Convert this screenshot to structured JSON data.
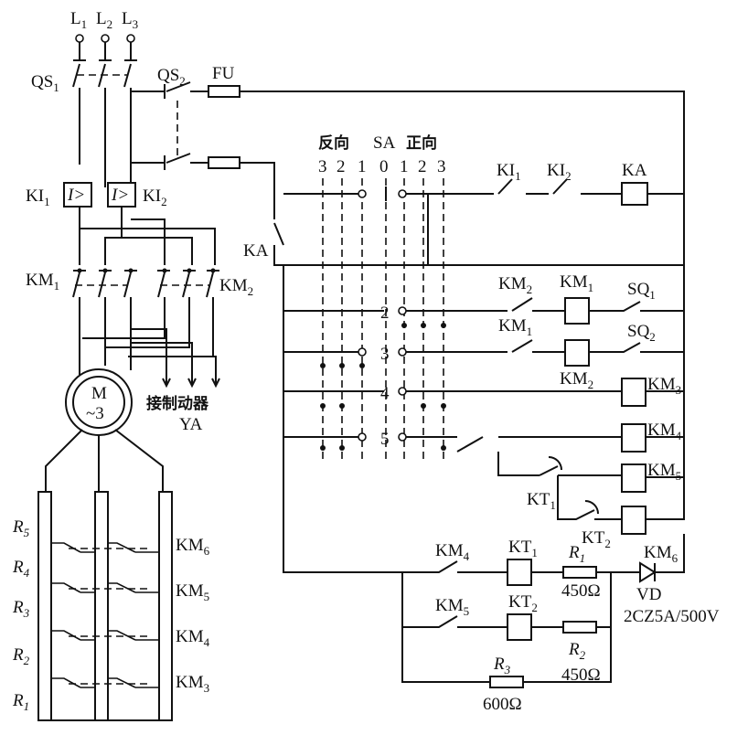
{
  "supply": {
    "l1": "L",
    "l1_sub": "1",
    "l2": "L",
    "l2_sub": "2",
    "l3": "L",
    "l3_sub": "3"
  },
  "switches": {
    "qs1": "QS",
    "qs1_sub": "1",
    "qs2": "QS",
    "qs2_sub": "2",
    "fu": "FU"
  },
  "overcurrent": {
    "ki1": "KI",
    "ki1_sub": "1",
    "ki2": "KI",
    "ki2_sub": "2",
    "symbol": "I>"
  },
  "contactors": {
    "km1": "KM",
    "km1_sub": "1",
    "km2": "KM",
    "km2_sub": "2",
    "ka": "KA"
  },
  "motor": {
    "name": "M",
    "phase": "~3",
    "brake_label": "接制动器",
    "brake_id": "YA"
  },
  "selector": {
    "reverse": "反向",
    "sa": "SA",
    "forward": "正向",
    "positions": [
      "3",
      "2",
      "1",
      "0",
      "1",
      "2",
      "3"
    ],
    "row_nums": [
      "2",
      "3",
      "4",
      "5"
    ]
  },
  "control": {
    "ki1": "KI",
    "ki1_sub": "1",
    "ki2": "KI",
    "ki2_sub": "2",
    "ka": "KA",
    "km2": "KM",
    "km2_sub": "2",
    "km1": "KM",
    "km1_sub": "1",
    "sq1": "SQ",
    "sq1_sub": "1",
    "sq2": "SQ",
    "sq2_sub": "2",
    "km1_coil": "KM",
    "km1_coil_sub": "1",
    "km2_coil": "KM",
    "km2_coil_sub": "2",
    "km3": "KM",
    "km3_sub": "3",
    "km4": "KM",
    "km4_sub": "4",
    "km5": "KM",
    "km5_sub": "5",
    "km6": "KM",
    "km6_sub": "6",
    "kt1": "KT",
    "kt1_sub": "1",
    "kt2": "KT",
    "kt2_sub": "2"
  },
  "dc_circuit": {
    "km4": "KM",
    "km4_sub": "4",
    "km5": "KM",
    "km5_sub": "5",
    "kt1": "KT",
    "kt1_sub": "1",
    "kt2": "KT",
    "kt2_sub": "2",
    "r1": "R",
    "r1_sub": "1",
    "r1_val": "450Ω",
    "r2": "R",
    "r2_sub": "2",
    "r2_val": "450Ω",
    "r3": "R",
    "r3_sub": "3",
    "r3_val": "600Ω",
    "vd": "VD",
    "vd_part": "2CZ5A/500V"
  },
  "rotor": {
    "resistors": [
      {
        "r": "R",
        "sub": "5"
      },
      {
        "r": "R",
        "sub": "4"
      },
      {
        "r": "R",
        "sub": "3"
      },
      {
        "r": "R",
        "sub": "2"
      },
      {
        "r": "R",
        "sub": "1"
      }
    ],
    "contactors": [
      {
        "k": "KM",
        "sub": "6"
      },
      {
        "k": "KM",
        "sub": "5"
      },
      {
        "k": "KM",
        "sub": "4"
      },
      {
        "k": "KM",
        "sub": "3"
      }
    ]
  }
}
